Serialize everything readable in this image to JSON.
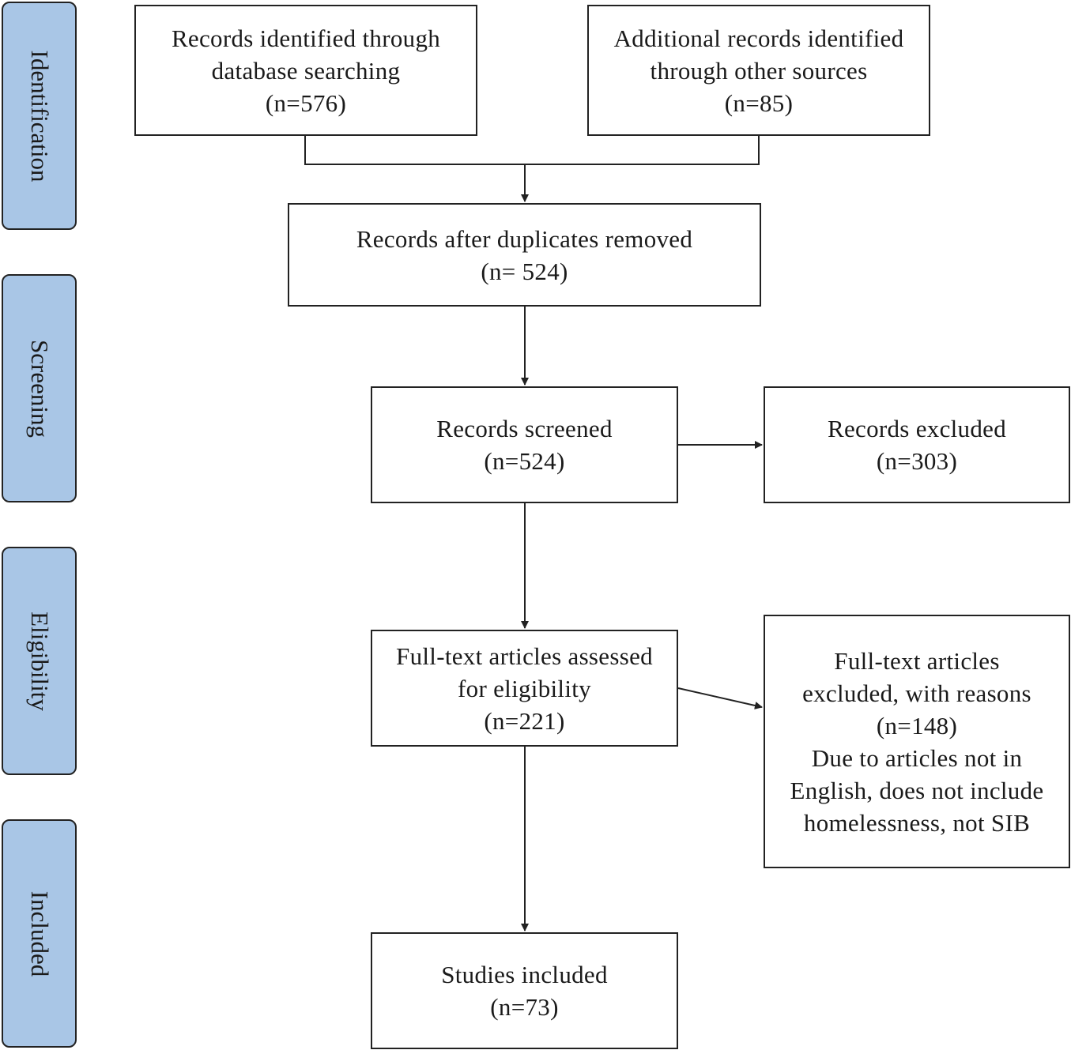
{
  "phases": {
    "identification": "Identification",
    "screening": "Screening",
    "eligibility": "Eligibility",
    "included": "Included"
  },
  "boxes": {
    "database_search": {
      "lines": [
        "Records identified through",
        "database searching",
        "(n=576)"
      ]
    },
    "other_sources": {
      "lines": [
        "Additional records identified",
        "through other sources",
        "(n=85)"
      ]
    },
    "duplicates_removed": {
      "lines": [
        "Records after duplicates removed",
        "(n= 524)"
      ]
    },
    "screened": {
      "lines": [
        "Records screened",
        "(n=524)"
      ]
    },
    "excluded": {
      "lines": [
        "Records excluded",
        "(n=303)"
      ]
    },
    "full_text": {
      "lines": [
        "Full-text articles assessed",
        "for eligibility",
        "(n=221)"
      ]
    },
    "full_text_excluded": {
      "lines": [
        "Full-text articles",
        "excluded, with reasons",
        "(n=148)",
        "Due to articles not in",
        "English, does not include",
        "homelessness, not SIB"
      ]
    },
    "included": {
      "lines": [
        "Studies included",
        "(n=73)"
      ]
    }
  },
  "colors": {
    "phase_fill": "#a9c6e6",
    "stroke": "#222222"
  }
}
